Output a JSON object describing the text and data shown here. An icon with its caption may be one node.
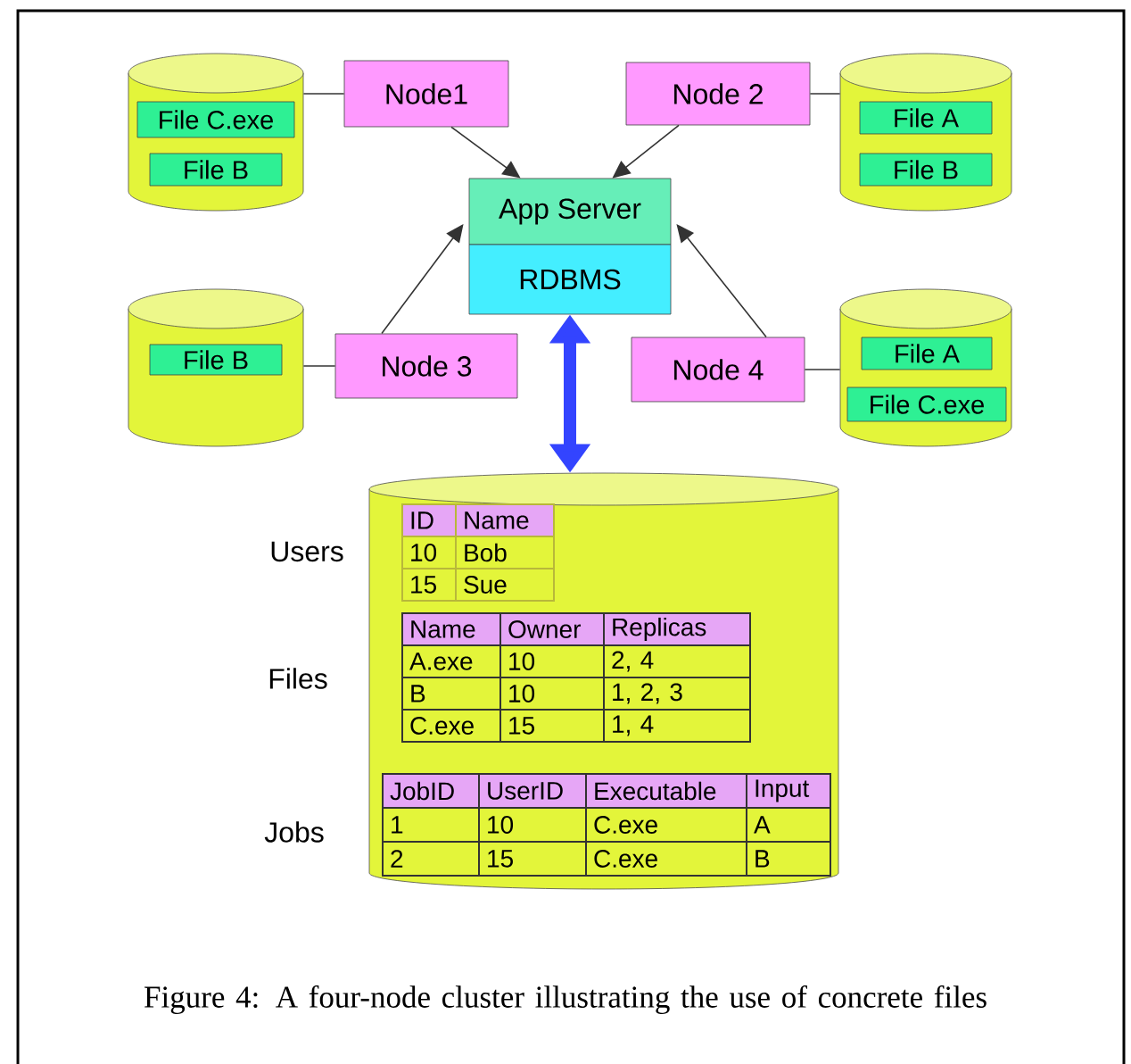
{
  "diagram": {
    "caption": "Figure 4: A four-node cluster illustrating the use of concrete files",
    "nodes": [
      {
        "text": [],
        "shape": "cylinder"
      },
      {
        "text": [
          "File C.exe"
        ],
        "in": 0
      },
      {
        "text": [
          "File B"
        ],
        "in": 0
      },
      {
        "text": [
          "Node1"
        ]
      },
      {
        "text": [
          "Node 2"
        ]
      },
      {
        "text": [],
        "shape": "cylinder"
      },
      {
        "text": [
          "File A"
        ],
        "in": 5
      },
      {
        "text": [
          "File B"
        ],
        "in": 5
      },
      {
        "text": [
          "App Server"
        ]
      },
      {
        "text": [
          "RDBMS"
        ]
      },
      {
        "text": [],
        "shape": "cylinder"
      },
      {
        "text": [
          "File B"
        ],
        "in": 10
      },
      {
        "text": [
          "Node 3"
        ]
      },
      {
        "text": [
          "Node 4"
        ]
      },
      {
        "text": [],
        "shape": "cylinder"
      },
      {
        "text": [
          "File A"
        ],
        "in": 14
      },
      {
        "text": [
          "File C.exe"
        ],
        "in": 14
      },
      {
        "text": [],
        "shape": "cylinder"
      }
    ],
    "edges": [
      {
        "from": 0,
        "to": 3,
        "arrow": "none"
      },
      {
        "from": 3,
        "to": 8,
        "arrow": "to"
      },
      {
        "from": 4,
        "to": 8,
        "arrow": "to"
      },
      {
        "from": 5,
        "to": 4,
        "arrow": "none"
      },
      {
        "from": 10,
        "to": 12,
        "arrow": "none"
      },
      {
        "from": 12,
        "to": 8,
        "arrow": "to"
      },
      {
        "from": 13,
        "to": 8,
        "arrow": "to"
      },
      {
        "from": 14,
        "to": 13,
        "arrow": "none"
      },
      {
        "from": 9,
        "to": 17,
        "arrow": "both",
        "style": "thick",
        "color": "#3344ff"
      }
    ],
    "labels": [
      "Users",
      "ID",
      "Name",
      "10",
      "Bob",
      "15",
      "Sue",
      "Files",
      "Name",
      "Owner",
      "Replicas",
      "A.exe",
      "10",
      "2, 4",
      "B",
      "10",
      "1, 2, 3",
      "C.exe",
      "15",
      "1, 4",
      "Jobs",
      "JobID",
      "UserID",
      "Executable",
      "Input",
      "1",
      "10",
      "C.exe",
      "A",
      "2",
      "15",
      "C.exe",
      "B"
    ]
  }
}
